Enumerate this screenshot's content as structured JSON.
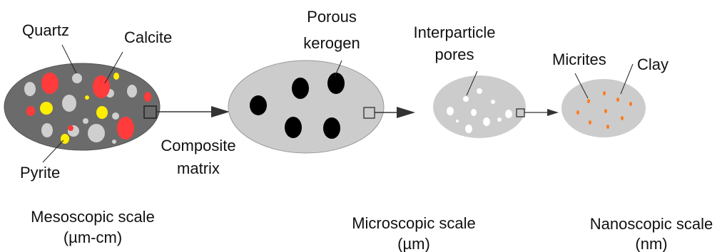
{
  "labels": {
    "quartz": "Quartz",
    "calcite": "Calcite",
    "pyrite": "Pyrite",
    "porous_kerogen_line1": "Porous",
    "porous_kerogen_line2": "kerogen",
    "composite_matrix_line1": "Composite",
    "composite_matrix_line2": "matrix",
    "interparticle_pores_line1": "Interparticle",
    "interparticle_pores_line2": "pores",
    "micrites": "Micrites",
    "clay": "Clay"
  },
  "scales": {
    "meso_line1": "Mesoscopic scale",
    "meso_line2": "(µm-cm)",
    "micro_line1": "Microscopic scale",
    "micro_line2": "(µm)",
    "nano_line1": "Nanoscopic scale",
    "nano_line2": "(nm)"
  },
  "colors": {
    "meso_matrix": "#6b6b6b",
    "grain_gray": "#cfcfcf",
    "calcite_red": "#ff3b3b",
    "pyrite_yellow": "#ffee00",
    "micro_matrix": "#cccccc",
    "kerogen_black": "#000000",
    "pore_white": "#ffffff",
    "micrite_orange": "#ff7a1a",
    "arrow": "#333333"
  }
}
